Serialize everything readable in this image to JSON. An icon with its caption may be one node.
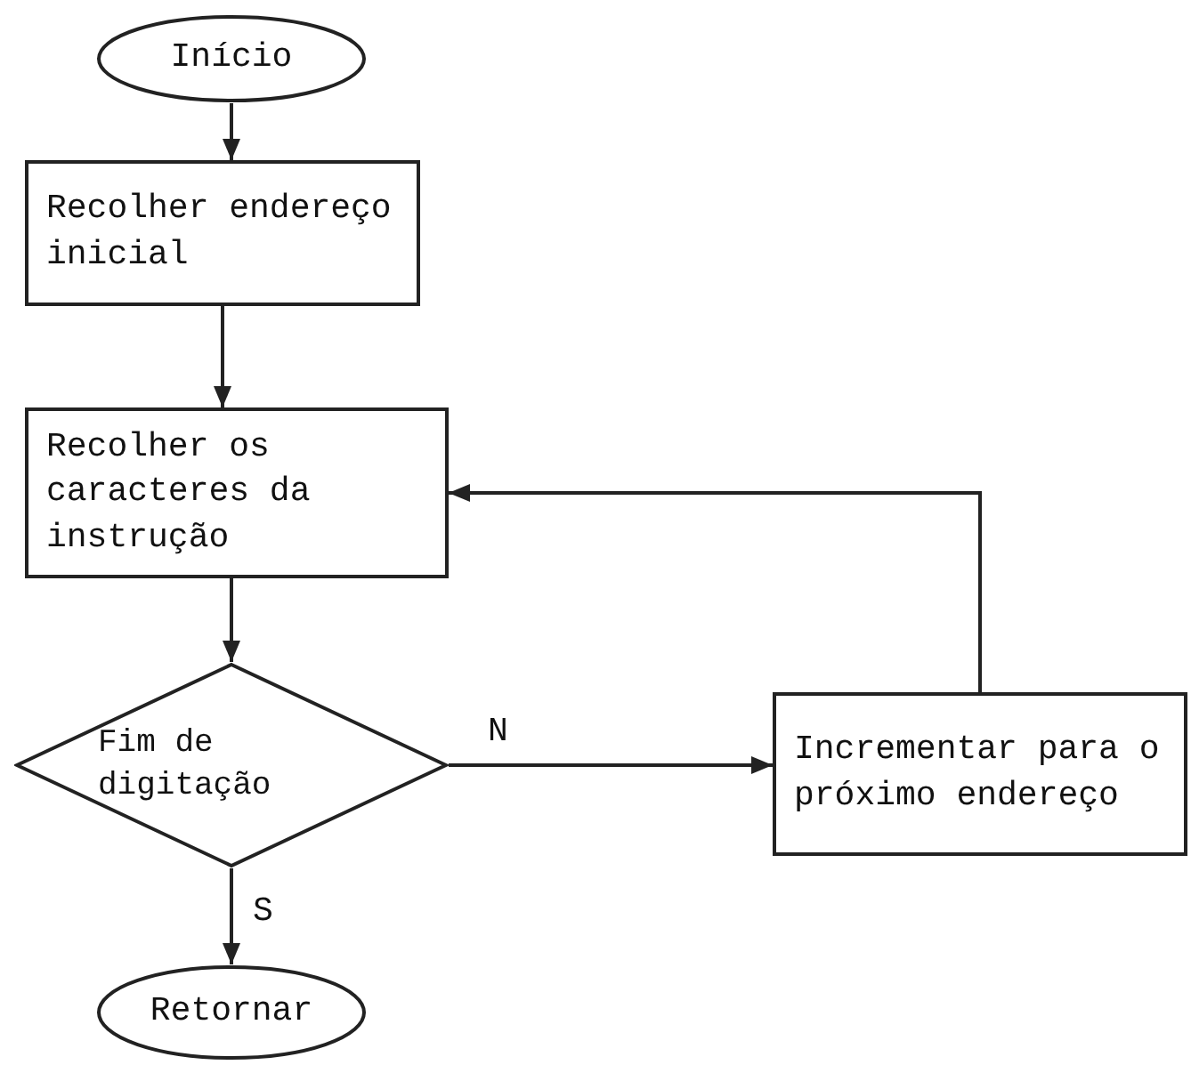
{
  "diagram": {
    "nodes": [
      {
        "text": [
          "Início"
        ]
      },
      {
        "text": [
          "Recolher endereço inicial"
        ]
      },
      {
        "text": [
          "Recolher os caracteres da instrução"
        ]
      },
      {
        "text": [
          "Fim de digitação"
        ]
      },
      {
        "text": [
          "Incrementar para o próximo endereço"
        ]
      },
      {
        "text": [
          "Retornar"
        ]
      }
    ],
    "edges": [
      {
        "from": 0,
        "to": 1,
        "arrow": "to"
      },
      {
        "from": 1,
        "to": 2,
        "arrow": "to"
      },
      {
        "from": 2,
        "to": 3,
        "arrow": "to"
      },
      {
        "from": 3,
        "to": 4,
        "arrow": "to",
        "label": "N"
      },
      {
        "from": 4,
        "to": 2,
        "arrow": "to"
      },
      {
        "from": 3,
        "to": 5,
        "arrow": "to",
        "label": "S"
      }
    ]
  }
}
